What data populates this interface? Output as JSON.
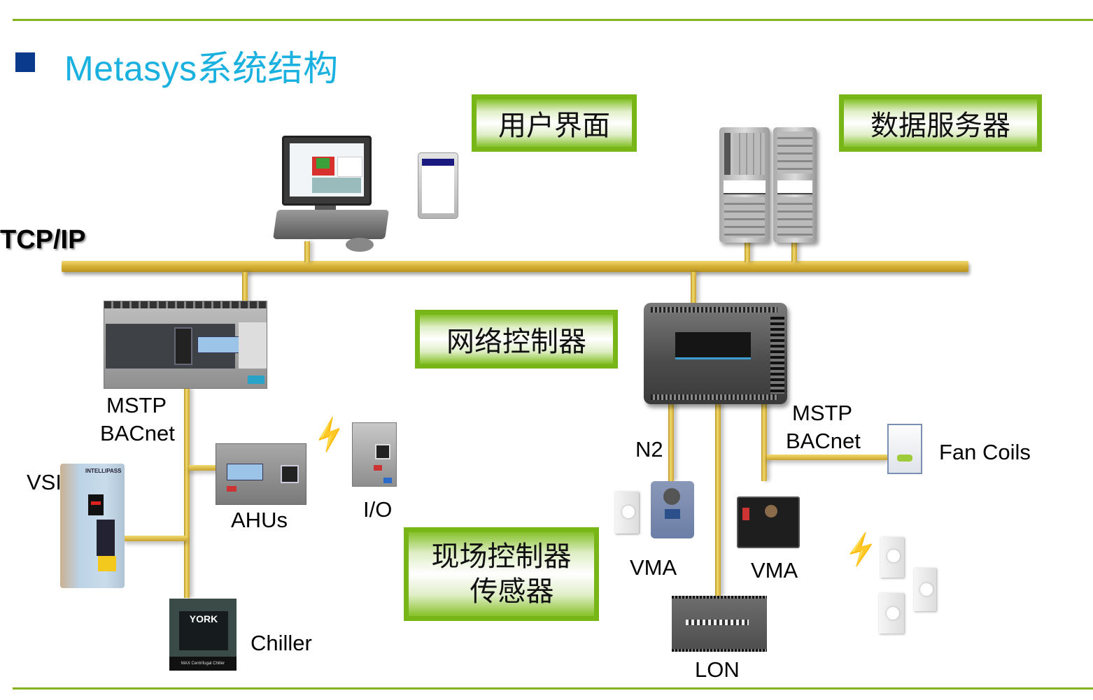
{
  "slide": {
    "title_latin": "Metasys",
    "title_cn": "系统结构",
    "accent_color": "#1ab1e0",
    "rule_color": "#86b21f",
    "bullet_color": "#0a3a8c"
  },
  "tier_boxes": {
    "user_interface": "用户界面",
    "data_server": "数据服务器",
    "network_controller": "网络控制器",
    "field_controller_line1": "现场控制器",
    "field_controller_line2": "传感器"
  },
  "network": {
    "backbone_label": "TCP/IP"
  },
  "labels": {
    "mstp_left_line1": "MSTP",
    "mstp_left_line2": "BACnet",
    "mstp_right_line1": "MSTP",
    "mstp_right_line2": "BACnet",
    "vsd": "VSI",
    "ahus": "AHUs",
    "io": "I/O",
    "chiller": "Chiller",
    "n2": "N2",
    "vma_left": "VMA",
    "vma_right": "VMA",
    "lon": "LON",
    "fan_coils": "Fan Coils"
  },
  "device_text": {
    "chiller_brand": "YORK",
    "chiller_model": "MAX Centrifugal Chiller",
    "vsd_brand": "INTELLIPASS"
  }
}
